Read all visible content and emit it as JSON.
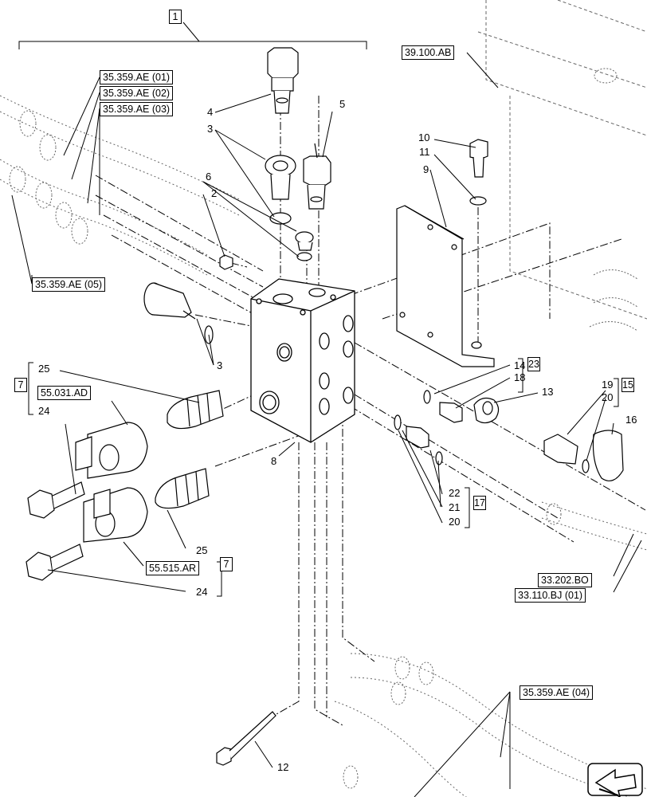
{
  "part_numbers": [
    "1",
    "2",
    "3",
    "3",
    "4",
    "5",
    "6",
    "8",
    "9",
    "10",
    "11",
    "12",
    "13",
    "14",
    "16",
    "18",
    "19",
    "20",
    "20",
    "21",
    "22",
    "24",
    "24",
    "25",
    "25"
  ],
  "group_numbers": [
    "7",
    "7",
    "15",
    "17",
    "23"
  ],
  "references": [
    "35.359.AE (01)",
    "35.359.AE (02)",
    "35.359.AE (03)",
    "35.359.AE (05)",
    "35.359.AE (04)",
    "39.100.AB",
    "55.031.AD",
    "55.515.AR",
    "33.202.BO",
    "33.110.BJ (01)"
  ],
  "colors": {
    "line": "#000000",
    "background": "#ffffff",
    "ghost": "#666666"
  },
  "icons": [
    "navigation-arrow-icon"
  ]
}
